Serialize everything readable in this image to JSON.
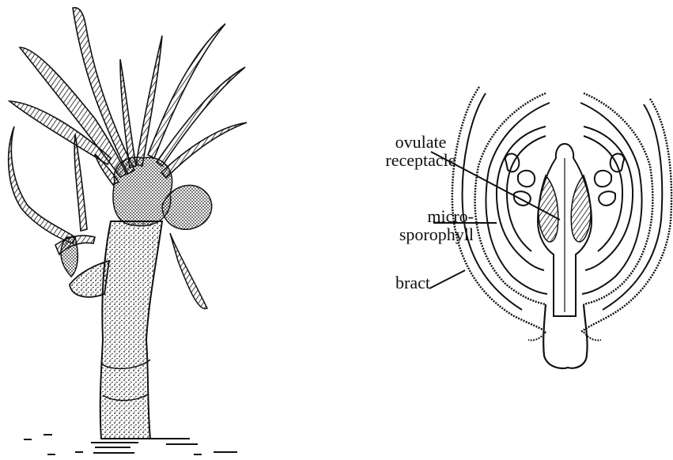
{
  "labels": {
    "ovulate_receptacle": [
      "ovulate",
      "receptacle"
    ],
    "microsporophyll": [
      "micro-",
      "sporophyll"
    ],
    "bract": "bract"
  },
  "colors": {
    "ink": "#111111",
    "background": "#ffffff"
  }
}
